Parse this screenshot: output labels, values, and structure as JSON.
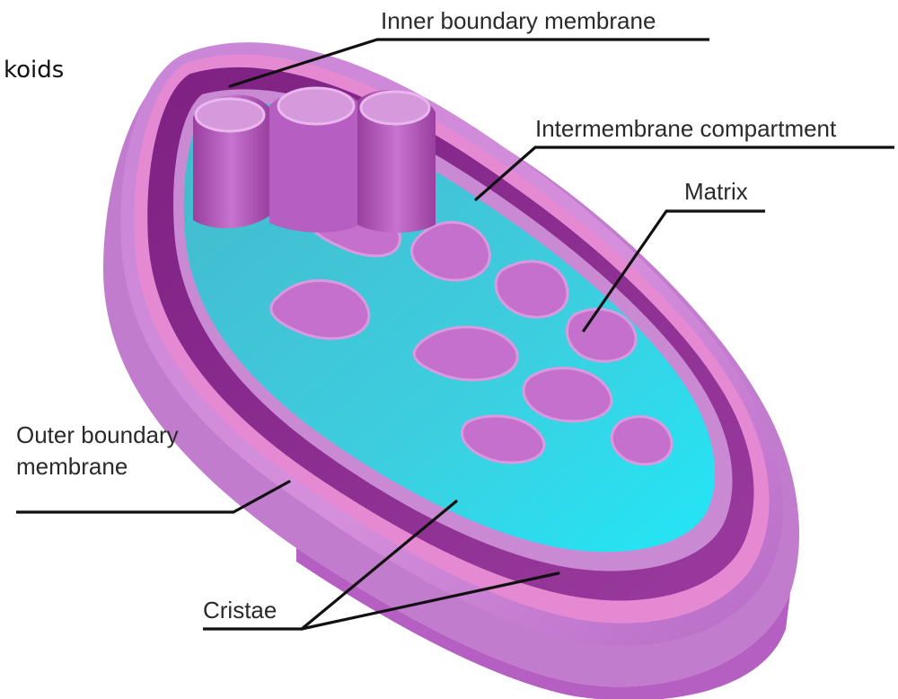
{
  "labels": {
    "inner_membrane": "Inner boundary membrane",
    "intermembrane": "Intermembrane compartment",
    "matrix": "Matrix",
    "outer_membrane_line1": "Outer boundary",
    "outer_membrane_line2": "membrane",
    "cristae": "Cristae",
    "cropped_word": "koids"
  },
  "colors": {
    "outer_membrane": "#d98be0",
    "outer_rim": "#e78ad0",
    "outer_shadow": "#b65fc2",
    "intermembrane": "#8a2a8e",
    "inner_membrane": "#c98ad3",
    "crista": "#b35ec0",
    "matrix": "#3cc7d8",
    "matrix_bright": "#2fe0f0"
  }
}
